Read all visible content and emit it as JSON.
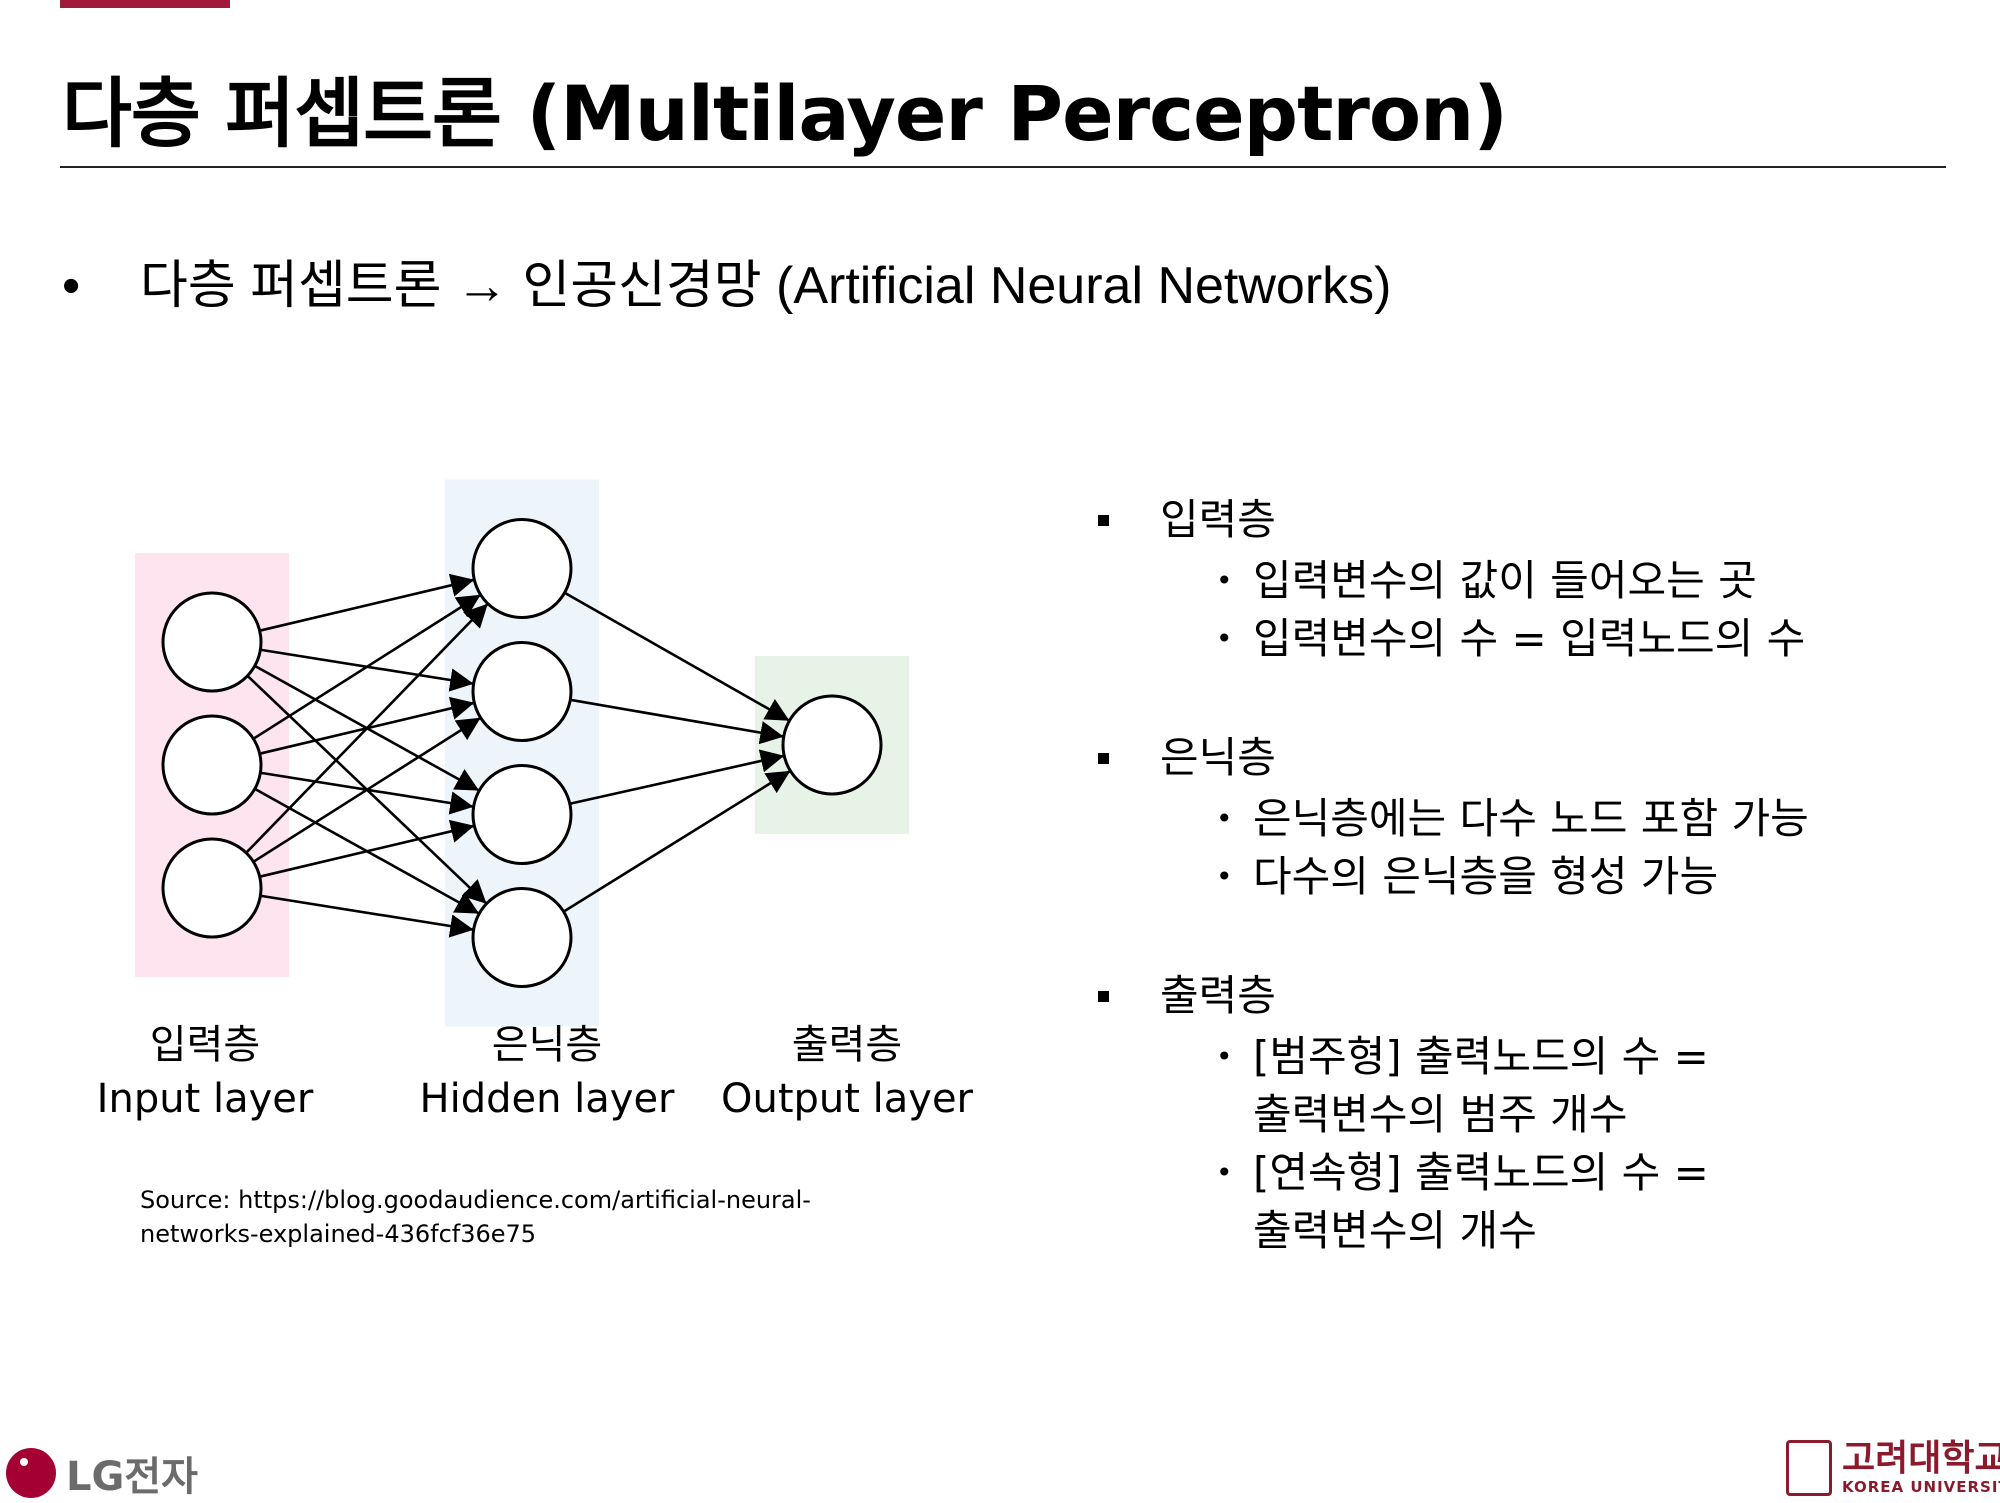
{
  "title": "다층 퍼셉트론 (Multilayer Perceptron)",
  "main_bullet": "다층 퍼셉트론 → 인공신경망 (Artificial Neural Networks)",
  "diagram": {
    "layers": [
      {
        "name_ko": "입력층",
        "name_en": "Input layer",
        "nodes": 3,
        "color": "#fde4ee"
      },
      {
        "name_ko": "은닉층",
        "name_en": "Hidden layer",
        "nodes": 4,
        "color": "#eef5fa"
      },
      {
        "name_ko": "출력층",
        "name_en": "Output layer",
        "nodes": 1,
        "color": "#e8f3e8"
      }
    ],
    "source": "Source: https://blog.goodaudience.com/artificial-neural-networks-explained-436fcf36e75"
  },
  "sections": [
    {
      "heading": "입력층",
      "items": [
        "입력변수의 값이 들어오는 곳",
        "입력변수의 수 = 입력노드의 수"
      ]
    },
    {
      "heading": "은닉층",
      "items": [
        "은닉층에는 다수 노드 포함 가능",
        "다수의 은닉층을 형성 가능"
      ]
    },
    {
      "heading": "출력층",
      "items": [
        [
          "[범주형] 출력노드의 수 =",
          "출력변수의 범주 개수"
        ],
        [
          "[연속형] 출력노드의 수 =",
          "출력변수의 개수"
        ]
      ]
    }
  ],
  "logos": {
    "left": "LG전자",
    "right_ko": "고려대학교",
    "right_en": "KOREA UNIVERSITY"
  }
}
